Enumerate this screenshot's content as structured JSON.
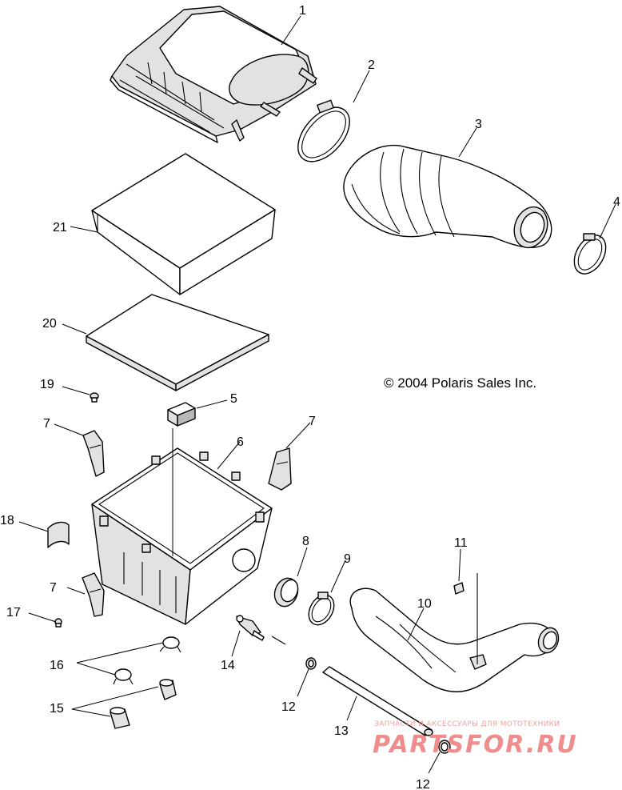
{
  "copyright": "© 2004 Polaris Sales Inc.",
  "watermark": {
    "tagline": "ЗАПЧАСТИ И АКСЕССУАРЫ ДЛЯ МОТОТЕХНИКИ",
    "brand": "PARTSFOR.RU",
    "color": "#ef8d8d"
  },
  "callouts": {
    "c1": "1",
    "c2": "2",
    "c3": "3",
    "c4": "4",
    "c5": "5",
    "c6": "6",
    "c7a": "7",
    "c7b": "7",
    "c7c": "7",
    "c8": "8",
    "c9": "9",
    "c10": "10",
    "c11": "11",
    "c12a": "12",
    "c12b": "12",
    "c13": "13",
    "c14": "14",
    "c15": "15",
    "c16": "16",
    "c17": "17",
    "c18": "18",
    "c19": "19",
    "c20": "20",
    "c21": "21"
  }
}
